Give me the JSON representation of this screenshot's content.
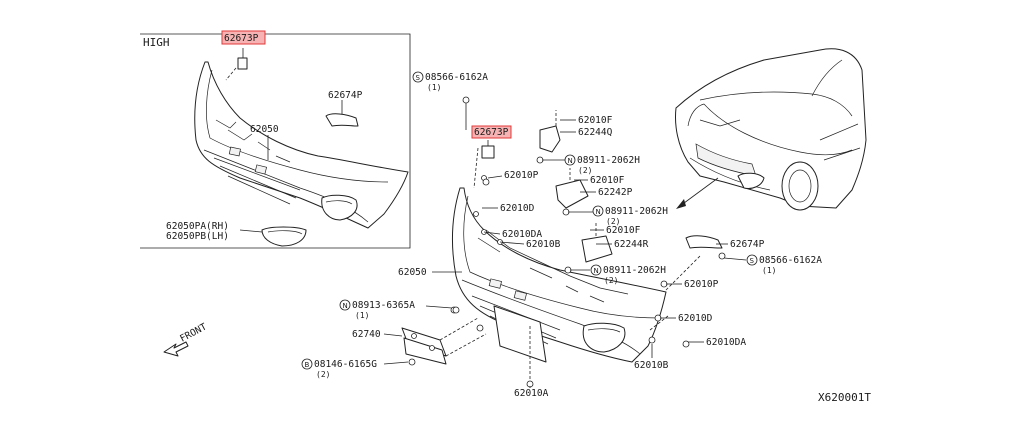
{
  "inset": {
    "title": "HIGH",
    "labels": {
      "clip_hl": "62673P",
      "bracket": "62674P",
      "bumper": "62050",
      "finisher_rh": "62050PA(RH)",
      "finisher_lh": "62050PB(LH)"
    }
  },
  "labels": {
    "bolt_top_code": "08566-6162A",
    "bolt_top_qty": "(1)",
    "clip_hl": "62673P",
    "clip_f1": "62010F",
    "bracket_q": "62244Q",
    "nut1_code": "08911-2062H",
    "nut1_qty": "(2)",
    "clip_p1": "62010P",
    "clip_f2": "62010F",
    "bracket_p": "62242P",
    "clip_d1": "62010D",
    "nut2_code": "08911-2062H",
    "nut2_qty": "(2)",
    "clip_da1": "62010DA",
    "clip_f3": "62010F",
    "clip_b1": "62010B",
    "bracket_r": "62244R",
    "bumper": "62050",
    "nut3_code": "08911-2062H",
    "nut3_qty": "(2)",
    "bracket_p2": "62674P",
    "bolt_side_code": "08566-6162A",
    "bolt_side_qty": "(1)",
    "clip_p2": "62010P",
    "nut4_code": "08913-6365A",
    "nut4_qty": "(1)",
    "clip_d2": "62010D",
    "bracket_plate": "62740",
    "clip_da2": "62010DA",
    "bolt_b_code": "08146-6165G",
    "bolt_b_qty": "(2)",
    "clip_b2": "62010B",
    "clip_a": "62010A",
    "front": "FRONT",
    "diagram_id": "X620001T"
  },
  "symbols": {
    "s": "S",
    "n": "N",
    "b": "B"
  }
}
